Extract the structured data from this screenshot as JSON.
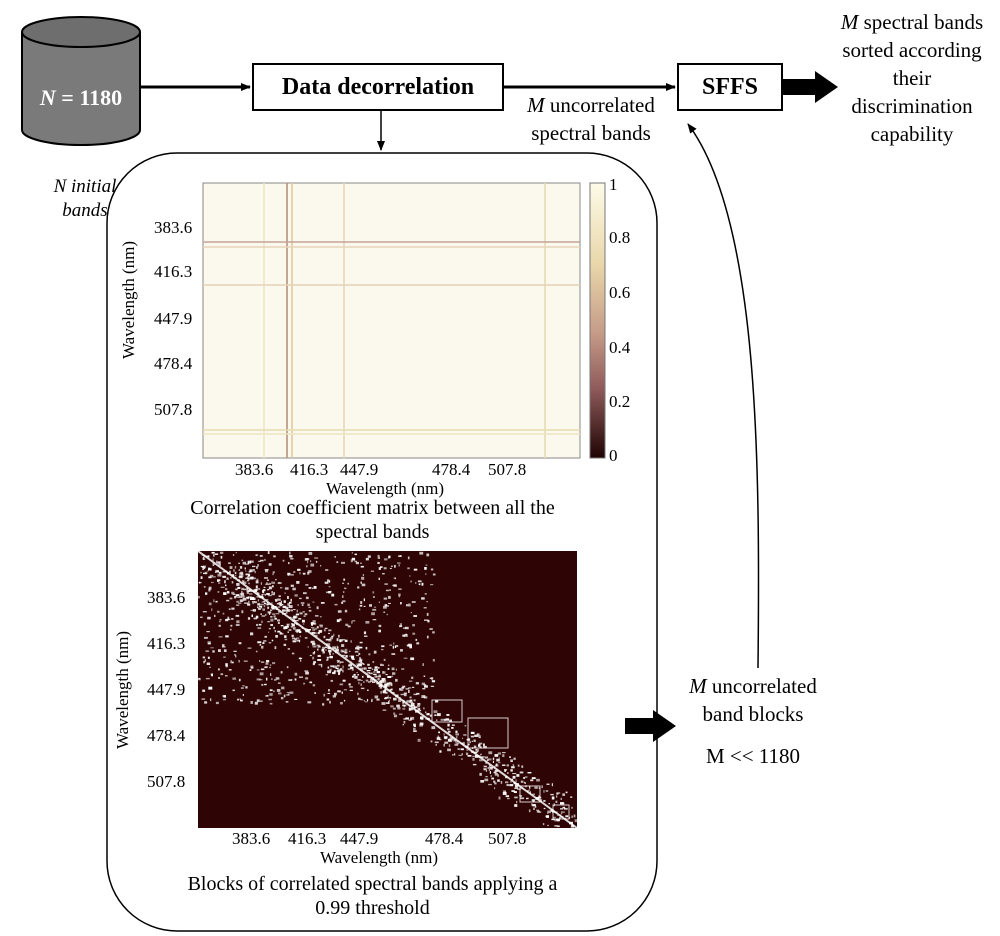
{
  "database": {
    "n_label_italic": "N",
    "n_label_rest": " = 1180"
  },
  "decorrelation_box": {
    "label": "Data decorrelation"
  },
  "sffs_box": {
    "label": "SFFS"
  },
  "uncorrelated_bands": {
    "italic": "M",
    "line1_rest": " uncorrelated",
    "line2": "spectral bands"
  },
  "output_text": {
    "italic": "M",
    "line1_rest": " spectral bands",
    "line2": "sorted according",
    "line3": "their",
    "line4": "discrimination",
    "line5": "capability"
  },
  "initial_bands": {
    "line1": "N initial",
    "line2": "bands"
  },
  "correlation_plot": {
    "x_ticks": [
      "383.6",
      "416.3",
      "447.9",
      "478.4",
      "507.8"
    ],
    "y_ticks": [
      "383.6",
      "416.3",
      "447.9",
      "478.4",
      "507.8"
    ],
    "xlabel": "Wavelength (nm)",
    "ylabel": "Wavelength (nm)",
    "colorbar_ticks": [
      "1",
      "0.8",
      "0.6",
      "0.4",
      "0.2",
      "0"
    ],
    "caption_line1": "Correlation coefficient matrix between all the",
    "caption_line2": "spectral bands"
  },
  "blocks_plot": {
    "x_ticks": [
      "383.6",
      "416.3",
      "447.9",
      "478.4",
      "507.8"
    ],
    "y_ticks": [
      "383.6",
      "416.3",
      "447.9",
      "478.4",
      "507.8"
    ],
    "xlabel": "Wavelength (nm)",
    "ylabel": "Wavelength (nm)",
    "caption_line1": "Blocks of correlated spectral bands applying a",
    "caption_line2": "0.99 threshold"
  },
  "band_blocks": {
    "italic": "M",
    "line1_rest": " uncorrelated",
    "line2": "band blocks",
    "condition": "M << 1180"
  },
  "colors": {
    "cylinder": "#7a7a7a",
    "matrix_bg": "#fbf9ee",
    "blocks_bg": "#2e0404",
    "colorbar_top": "#fdfbe8",
    "colorbar_bottom": "#1f0303"
  }
}
